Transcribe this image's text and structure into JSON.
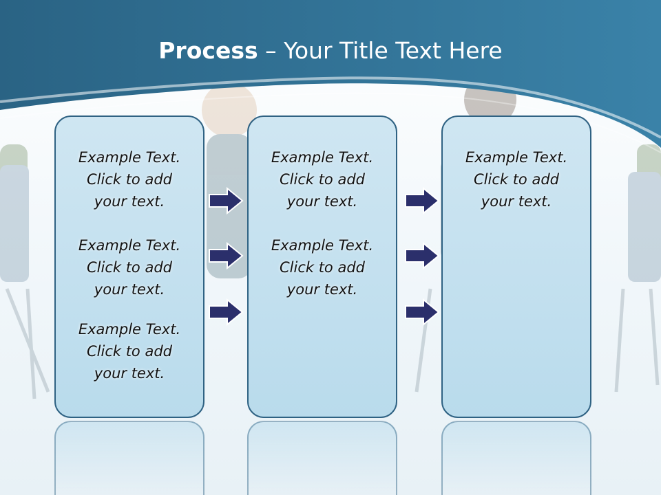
{
  "title": {
    "bold": "Process",
    "rest": " – Your Title Text Here"
  },
  "colors": {
    "header": "#2a6a8c",
    "box_border": "#2f6283",
    "box_fill": "#c4e1ef",
    "arrow_fill": "#2b2f6b"
  },
  "columns": [
    {
      "items": [
        "Example Text.\nClick  to add\nyour text.",
        "Example Text.\nClick  to add\nyour text.",
        "Example Text.\nClick  to add\nyour text."
      ]
    },
    {
      "items": [
        "Example Text.\nClick  to add\nyour text.",
        "Example Text.\nClick  to add\nyour text."
      ]
    },
    {
      "items": [
        "Example Text.\nClick  to add\nyour text."
      ]
    }
  ]
}
